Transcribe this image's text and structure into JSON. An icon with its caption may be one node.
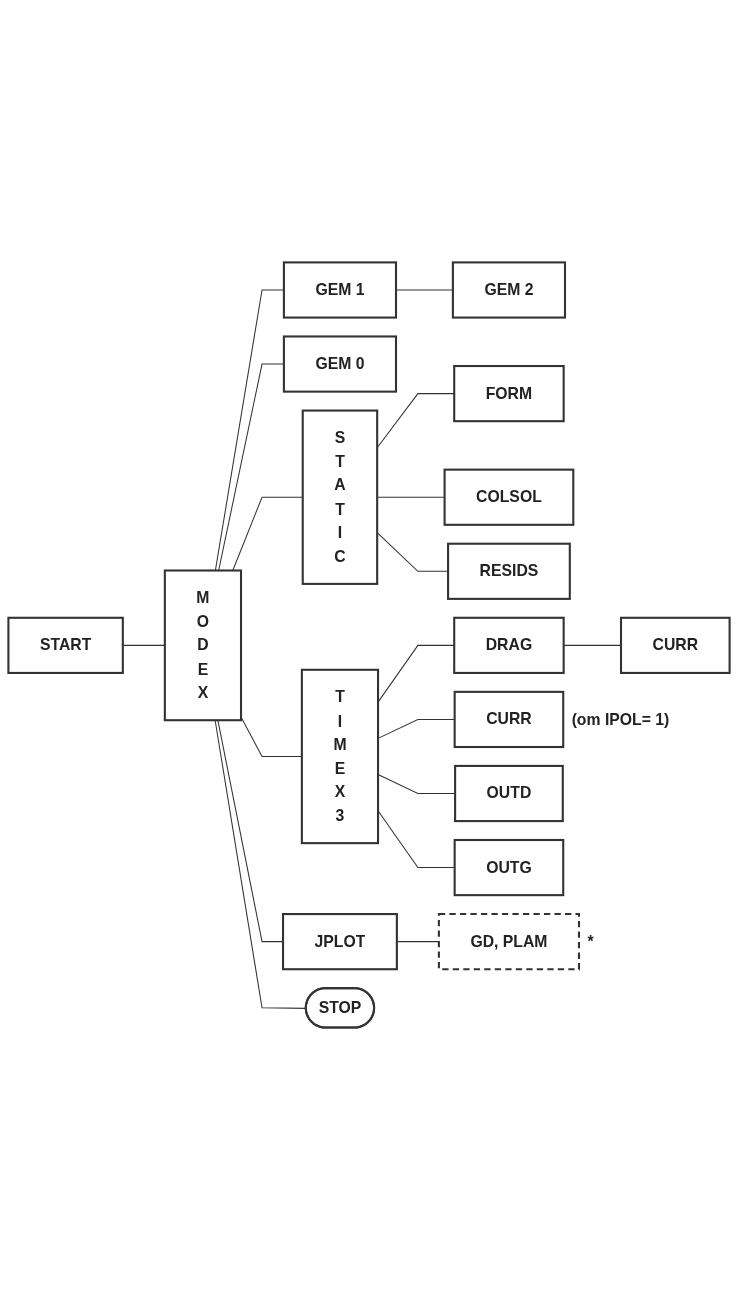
{
  "diagram": {
    "nodes": [
      {
        "text": [
          "START"
        ]
      },
      {
        "text": [
          "M O D E X"
        ]
      },
      {
        "text": [
          "GEM 1"
        ]
      },
      {
        "text": [
          "GEM 2"
        ]
      },
      {
        "text": [
          "GEM 0"
        ]
      },
      {
        "text": [
          "S T A T I C"
        ]
      },
      {
        "text": [
          "FORM"
        ]
      },
      {
        "text": [
          "COLSOL"
        ]
      },
      {
        "text": [
          "RESIDS"
        ]
      },
      {
        "text": [
          "T I M E X 3"
        ]
      },
      {
        "text": [
          "DRAG"
        ]
      },
      {
        "text": [
          "CURR"
        ]
      },
      {
        "text": [
          "CURR"
        ],
        "beside": [
          "(om IPOL= 1)"
        ]
      },
      {
        "text": [
          "OUTD"
        ]
      },
      {
        "text": [
          "OUTG"
        ]
      },
      {
        "text": [
          "JPLOT"
        ]
      },
      {
        "text": [
          "GD, PLAM"
        ],
        "beside": [
          "*"
        ]
      },
      {
        "text": [
          "STOP"
        ]
      }
    ],
    "edges": [
      {
        "from": 0,
        "to": 1,
        "arrow": "none"
      },
      {
        "from": 1,
        "to": 2,
        "arrow": "none"
      },
      {
        "from": 2,
        "to": 3,
        "arrow": "none"
      },
      {
        "from": 1,
        "to": 4,
        "arrow": "none"
      },
      {
        "from": 1,
        "to": 5,
        "arrow": "none"
      },
      {
        "from": 5,
        "to": 6,
        "arrow": "none"
      },
      {
        "from": 5,
        "to": 7,
        "arrow": "none"
      },
      {
        "from": 5,
        "to": 8,
        "arrow": "none"
      },
      {
        "from": 1,
        "to": 9,
        "arrow": "none"
      },
      {
        "from": 9,
        "to": 10,
        "arrow": "none"
      },
      {
        "from": 10,
        "to": 11,
        "arrow": "none"
      },
      {
        "from": 9,
        "to": 12,
        "arrow": "none"
      },
      {
        "from": 9,
        "to": 13,
        "arrow": "none"
      },
      {
        "from": 9,
        "to": 14,
        "arrow": "none"
      },
      {
        "from": 1,
        "to": 15,
        "arrow": "none"
      },
      {
        "from": 15,
        "to": 16,
        "arrow": "none"
      },
      {
        "from": 1,
        "to": 17,
        "arrow": "none"
      }
    ]
  }
}
